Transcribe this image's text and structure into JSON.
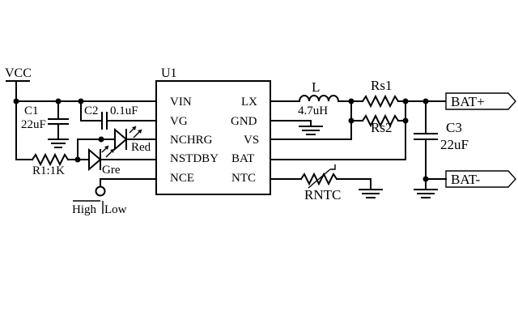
{
  "ic": {
    "ref": "U1",
    "pins_left": [
      "VIN",
      "VG",
      "NCHRG",
      "NSTDBY",
      "NCE"
    ],
    "pins_right": [
      "LX",
      "GND",
      "VS",
      "BAT",
      "NTC"
    ]
  },
  "supply": {
    "label": "VCC"
  },
  "c1": {
    "ref": "C1",
    "value": "22uF"
  },
  "c2": {
    "ref": "C2",
    "value": "0.1uF"
  },
  "r1": {
    "ref": "R1:1K"
  },
  "led_red": {
    "label": "Red"
  },
  "led_green": {
    "label": "Gre"
  },
  "inductor": {
    "ref": "L",
    "value": "4.7uH"
  },
  "rs1": {
    "ref": "Rs1"
  },
  "rs2": {
    "ref": "Rs2"
  },
  "c3": {
    "ref": "C3",
    "value": "22uF"
  },
  "rntc": {
    "ref": "RNTC"
  },
  "nce_input": {
    "high": "High",
    "low": "Low"
  },
  "bat_pos": {
    "label": "BAT+"
  },
  "bat_neg": {
    "label": "BAT-"
  }
}
